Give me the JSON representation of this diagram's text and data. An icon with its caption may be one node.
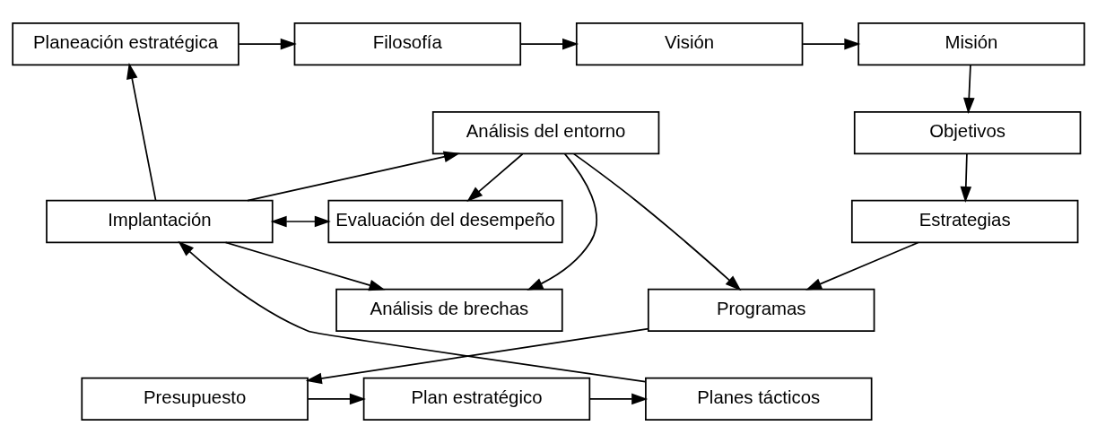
{
  "diagram": {
    "nodes": [
      {
        "text": [
          "Planeación estratégica"
        ]
      },
      {
        "text": [
          "Filosofía"
        ]
      },
      {
        "text": [
          "Visión"
        ]
      },
      {
        "text": [
          "Misión"
        ]
      },
      {
        "text": [
          "Análisis del entorno"
        ]
      },
      {
        "text": [
          "Objetivos"
        ]
      },
      {
        "text": [
          "Implantación"
        ]
      },
      {
        "text": [
          "Evaluación del desempeño"
        ]
      },
      {
        "text": [
          "Estrategias"
        ]
      },
      {
        "text": [
          "Análisis de brechas"
        ]
      },
      {
        "text": [
          "Programas"
        ]
      },
      {
        "text": [
          "Planes tácticos"
        ]
      },
      {
        "text": [
          "Plan estratégico"
        ]
      },
      {
        "text": [
          "Presupuesto"
        ]
      }
    ],
    "edges": [
      {
        "from": 0,
        "to": 1,
        "arrow": "to"
      },
      {
        "from": 1,
        "to": 2,
        "arrow": "to"
      },
      {
        "from": 2,
        "to": 3,
        "arrow": "to"
      },
      {
        "from": 3,
        "to": 5,
        "arrow": "to"
      },
      {
        "from": 5,
        "to": 8,
        "arrow": "to"
      },
      {
        "from": 8,
        "to": 10,
        "arrow": "to"
      },
      {
        "from": 10,
        "to": 13,
        "arrow": "to"
      },
      {
        "from": 13,
        "to": 12,
        "arrow": "to"
      },
      {
        "from": 12,
        "to": 11,
        "arrow": "to"
      },
      {
        "from": 11,
        "to": 6,
        "arrow": "to"
      },
      {
        "from": 6,
        "to": 0,
        "arrow": "to"
      },
      {
        "from": 6,
        "to": 4,
        "arrow": "to"
      },
      {
        "from": 6,
        "to": 7,
        "arrow": "both"
      },
      {
        "from": 6,
        "to": 9,
        "arrow": "to"
      },
      {
        "from": 4,
        "to": 7,
        "arrow": "to"
      },
      {
        "from": 4,
        "to": 9,
        "arrow": "to"
      },
      {
        "from": 4,
        "to": 10,
        "arrow": "to"
      }
    ]
  }
}
